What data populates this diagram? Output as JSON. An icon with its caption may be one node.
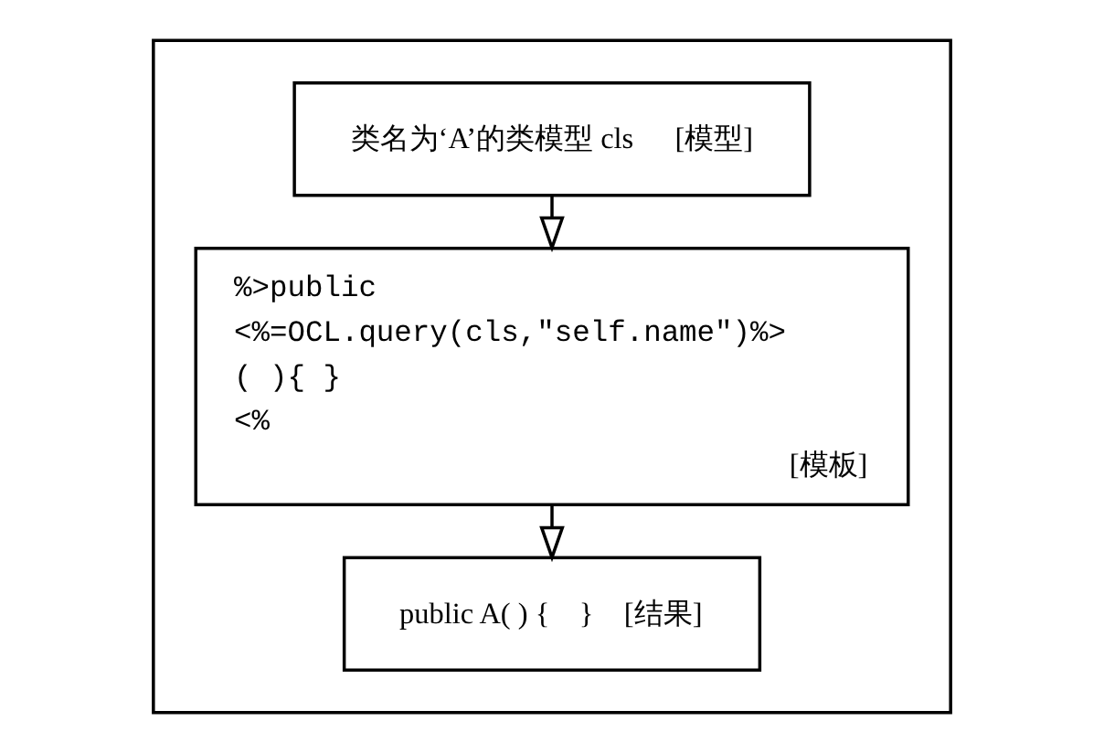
{
  "diagram": {
    "nodes": [
      {
        "text": [],
        "shape": "box"
      },
      {
        "text": [
          "类名为‘A’的类模型 cls",
          "[模型]"
        ],
        "in": 0
      },
      {
        "text": [
          "%>public",
          "<%=OCL.query(cls,\"self.name\")%>",
          "( ){ }",
          "<%",
          "[模板]"
        ],
        "in": 0
      },
      {
        "text": [
          "public A( ) {    }",
          "[结果]"
        ],
        "in": 0
      }
    ],
    "edges": [
      {
        "from": 1,
        "to": 2,
        "arrow": "to"
      },
      {
        "from": 2,
        "to": 3,
        "arrow": "to"
      }
    ]
  }
}
